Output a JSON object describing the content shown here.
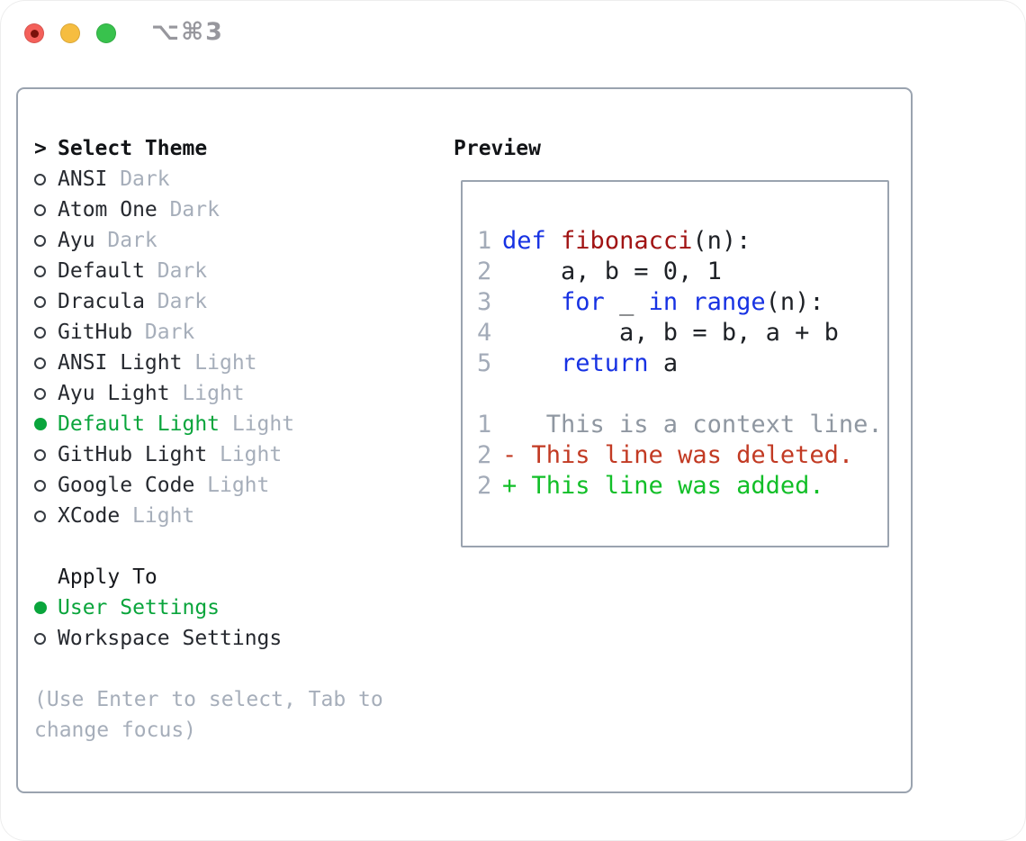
{
  "window": {
    "title_shortcut": "⌥⌘3"
  },
  "traffic_lights": {
    "close_color": "#f4605a",
    "close_dot_color": "#7a120b",
    "minimize_color": "#f6bd40",
    "zoom_color": "#38c24d"
  },
  "colors": {
    "panel_border": "#9aa3af",
    "heading_text": "#121417",
    "item_text": "#26292f",
    "muted_text": "#a6aeba",
    "selected_green": "#0aa53c",
    "keyword_blue": "#1732e3",
    "function_red": "#a11414",
    "diff_context_gray": "#8f97a1",
    "diff_deleted_red": "#c23a23",
    "diff_added_green": "#12bf28"
  },
  "theme_panel": {
    "prompt": ">",
    "heading": "Select Theme",
    "items": [
      {
        "name": "ANSI",
        "tag": "Dark",
        "selected": false
      },
      {
        "name": "Atom One",
        "tag": "Dark",
        "selected": false
      },
      {
        "name": "Ayu",
        "tag": "Dark",
        "selected": false
      },
      {
        "name": "Default",
        "tag": "Dark",
        "selected": false
      },
      {
        "name": "Dracula",
        "tag": "Dark",
        "selected": false
      },
      {
        "name": "GitHub",
        "tag": "Dark",
        "selected": false
      },
      {
        "name": "ANSI Light",
        "tag": "Light",
        "selected": false
      },
      {
        "name": "Ayu Light",
        "tag": "Light",
        "selected": false
      },
      {
        "name": "Default Light",
        "tag": "Light",
        "selected": true
      },
      {
        "name": "GitHub Light",
        "tag": "Light",
        "selected": false
      },
      {
        "name": "Google Code",
        "tag": "Light",
        "selected": false
      },
      {
        "name": "XCode",
        "tag": "Light",
        "selected": false
      }
    ]
  },
  "apply_to": {
    "heading": "Apply To",
    "options": [
      {
        "label": "User Settings",
        "selected": true
      },
      {
        "label": "Workspace Settings",
        "selected": false
      }
    ]
  },
  "footer": {
    "lines": [
      "(Use Enter to select, Tab to",
      "change focus)"
    ]
  },
  "preview": {
    "heading": "Preview",
    "lines": [
      {
        "num": "1",
        "segments": [
          {
            "text": "def",
            "style": "keyword"
          },
          {
            "text": " ",
            "style": "plain"
          },
          {
            "text": "fibonacci",
            "style": "function"
          },
          {
            "text": "(n):",
            "style": "plain"
          }
        ]
      },
      {
        "num": "2",
        "segments": [
          {
            "text": "    a, b = 0, 1",
            "style": "plain"
          }
        ]
      },
      {
        "num": "3",
        "segments": [
          {
            "text": "    ",
            "style": "plain"
          },
          {
            "text": "for",
            "style": "keyword"
          },
          {
            "text": " _ ",
            "style": "plain"
          },
          {
            "text": "in",
            "style": "keyword"
          },
          {
            "text": " ",
            "style": "plain"
          },
          {
            "text": "range",
            "style": "keyword"
          },
          {
            "text": "(n):",
            "style": "plain"
          }
        ]
      },
      {
        "num": "4",
        "segments": [
          {
            "text": "        a, b = b, a + b",
            "style": "plain"
          }
        ]
      },
      {
        "num": "5",
        "segments": [
          {
            "text": "    ",
            "style": "plain"
          },
          {
            "text": "return",
            "style": "keyword"
          },
          {
            "text": " a",
            "style": "plain"
          }
        ]
      },
      {
        "num": "",
        "segments": []
      },
      {
        "num": "1",
        "segments": [
          {
            "text": "   This is a context line.",
            "style": "context"
          }
        ]
      },
      {
        "num": "2",
        "segments": [
          {
            "text": "- This line was deleted.",
            "style": "deleted"
          }
        ]
      },
      {
        "num": "2",
        "segments": [
          {
            "text": "+ This line was added.",
            "style": "added"
          }
        ]
      }
    ]
  }
}
